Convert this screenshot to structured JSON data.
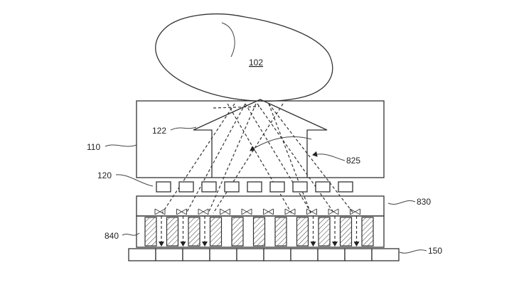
{
  "labels": {
    "finger": "102",
    "cover": "110",
    "arrow": "122",
    "emitters": "120",
    "rays": "825",
    "optics": "830",
    "sensor_cells": "840",
    "sensor": "150"
  },
  "colors": {
    "line": "#333333",
    "background": "#ffffff"
  }
}
